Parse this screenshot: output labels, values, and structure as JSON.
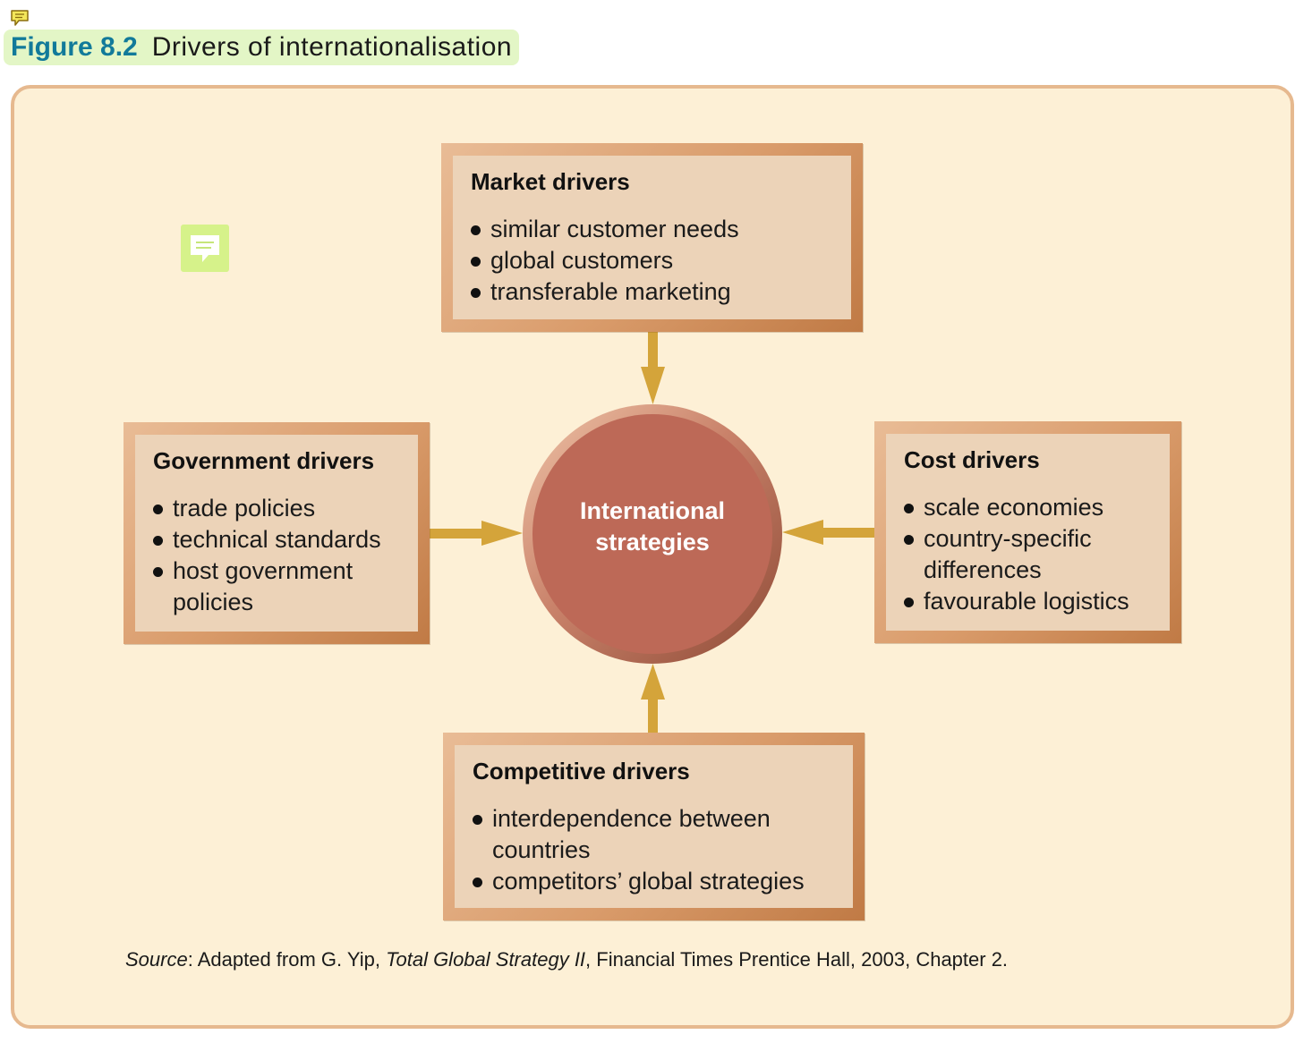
{
  "figure": {
    "number": "Figure 8.2",
    "title": "Drivers of internationalisation"
  },
  "center": {
    "label": "International strategies"
  },
  "drivers": {
    "market": {
      "title": "Market drivers",
      "items": [
        "similar customer needs",
        "global customers",
        "transferable marketing"
      ]
    },
    "government": {
      "title": "Government drivers",
      "items": [
        "trade policies",
        "technical standards",
        "host government policies"
      ]
    },
    "cost": {
      "title": "Cost drivers",
      "items": [
        "scale economies",
        "country-specific differences",
        "favourable logistics"
      ]
    },
    "competitive": {
      "title": "Competitive drivers",
      "items": [
        "interdependence between countries",
        "competitors’ global strategies"
      ]
    }
  },
  "source": {
    "label": "Source",
    "text_before": ": Adapted from G. Yip, ",
    "book": "Total Global Strategy II",
    "text_after": ", Financial Times Prentice Hall, 2003, Chapter 2."
  },
  "colors": {
    "figure_number": "#127a9a",
    "header_bg": "#e3f6c6",
    "frame_bg": "#fdf0d6",
    "frame_border": "#e6b98f",
    "box_fill": "#ecd3b8",
    "hub_fill": "#bd6957",
    "arrow": "#d4a43a",
    "note_icon": "#d6f28a"
  },
  "icons": [
    "comment-icon",
    "comment-note-icon"
  ]
}
